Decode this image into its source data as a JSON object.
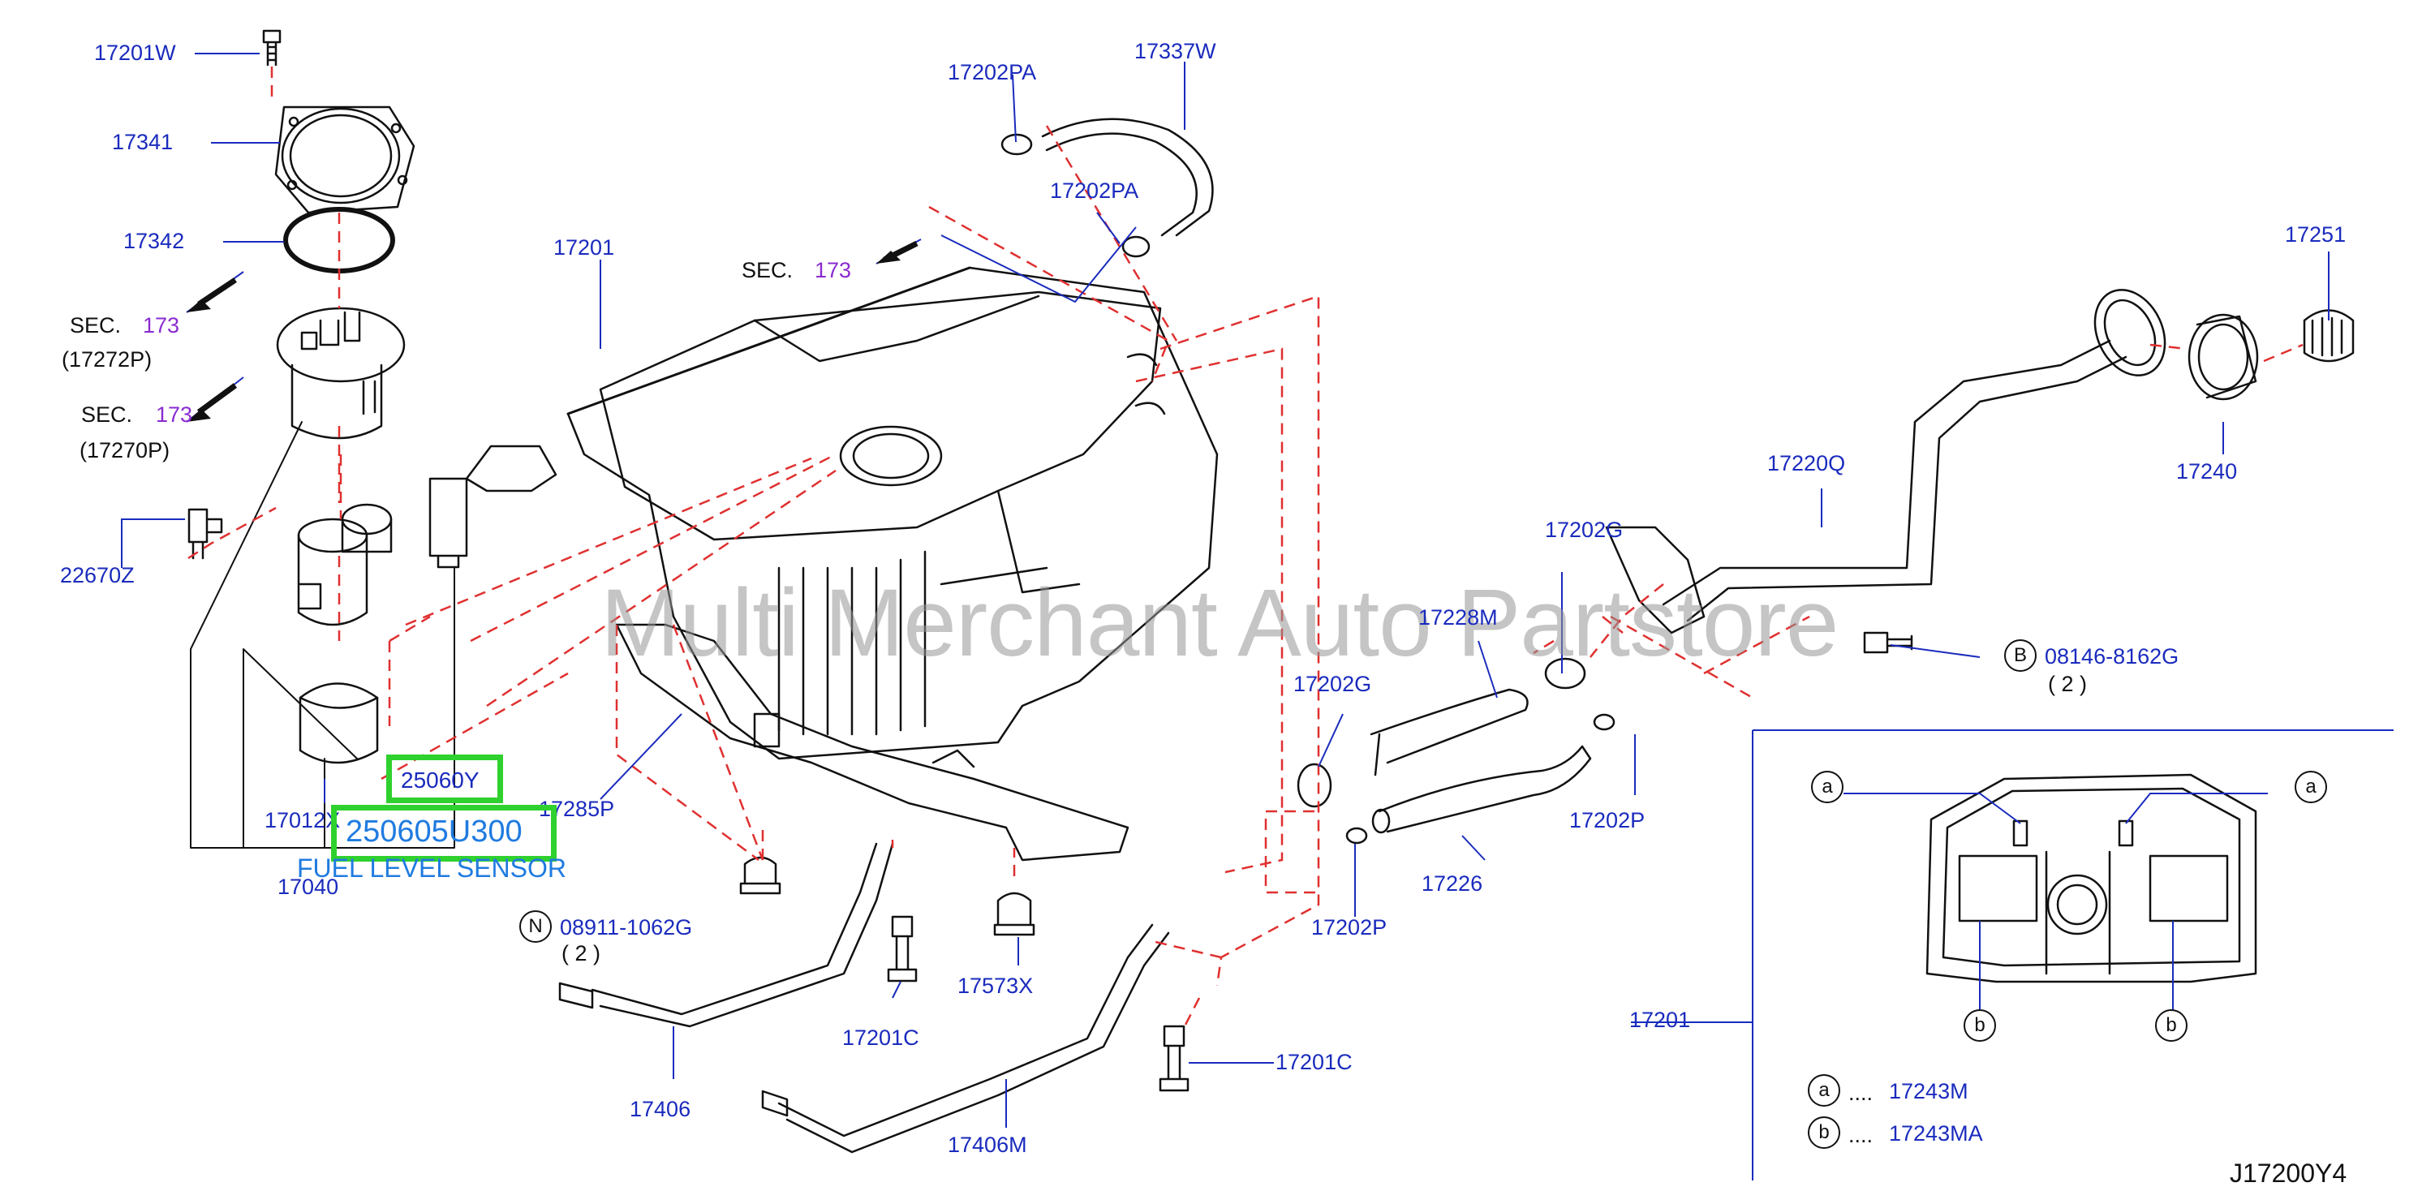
{
  "watermark": "Multi Merchant Auto Partstore",
  "diagram_code": "J17200Y4",
  "labels": {
    "p17201W": "17201W",
    "p17341": "17341",
    "p17342": "17342",
    "p17202PA_top": "17202PA",
    "p17337W": "17337W",
    "p17202PA_mid": "17202PA",
    "p17201_tank": "17201",
    "p17251": "17251",
    "p17220Q": "17220Q",
    "p17240": "17240",
    "p22670Z": "22670Z",
    "p17202G_top": "17202G",
    "p17228M": "17228M",
    "p17202G_left": "17202G",
    "p17202P_right": "17202P",
    "p17226": "17226",
    "p17202P_bottom": "17202P",
    "p17012X": "17012X",
    "p17285P": "17285P",
    "p17040": "17040",
    "p08911": "08911-1062G",
    "p08911_qty": "( 2 )",
    "p08146": "08146-8162G",
    "p08146_qty": "( 2 )",
    "p17201C_left": "17201C",
    "p17573X": "17573X",
    "p17201C_right": "17201C",
    "p17406": "17406",
    "p17406M": "17406M",
    "p17201_inset": "17201",
    "p17243M": "17243M",
    "p17243MA": "17243MA"
  },
  "sec_refs": {
    "top_prefix": "SEC.",
    "top_num": "173",
    "left1_prefix": "SEC.",
    "left1_num": "173",
    "left1_sub": "(17272P)",
    "left2_prefix": "SEC.",
    "left2_num": "173",
    "left2_sub": "(17270P)"
  },
  "markers": {
    "N": "N",
    "B": "B",
    "a1": "a",
    "a2": "a",
    "b1": "b",
    "b2": "b",
    "legend_a": "a",
    "legend_b": "b",
    "dots": "...."
  },
  "annotations": {
    "small_box": "25060Y",
    "large_box": "250605U300",
    "caption": "FUEL LEVEL SENSOR"
  },
  "colors": {
    "label_blue": "#1a2bbd",
    "sec_purple": "#8a2bd0",
    "highlight_green": "#2fd12f",
    "caption_blue": "#1f7be0",
    "dash_red": "#e03030"
  }
}
